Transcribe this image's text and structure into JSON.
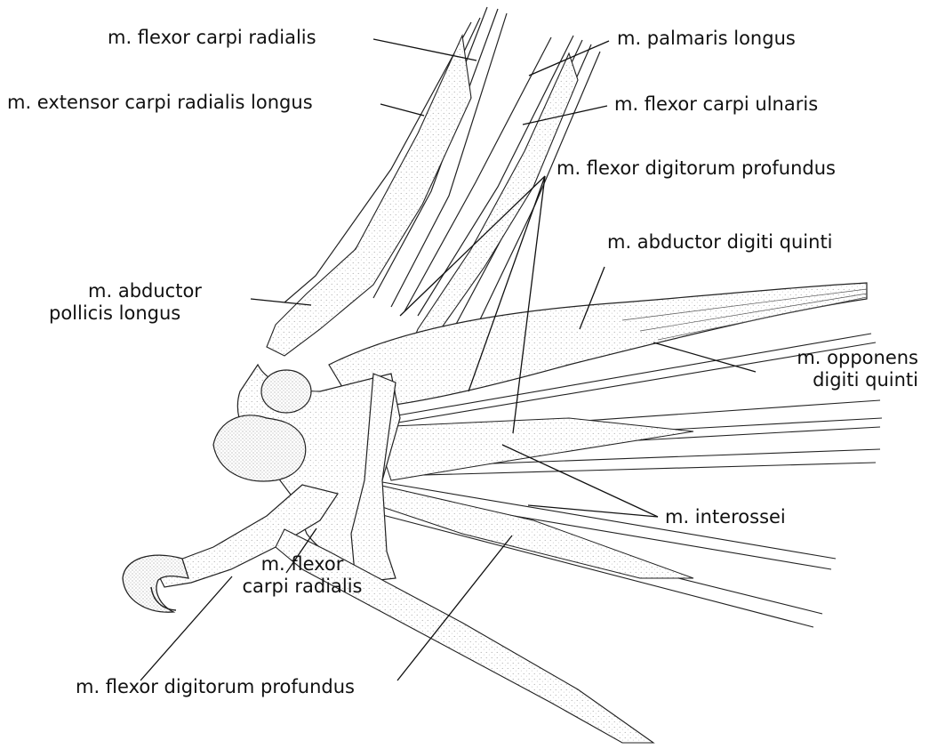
{
  "labels": {
    "flexor_carpi_radialis_top": "m. flexor carpi radialis",
    "extensor_carpi_radialis_longus": "m. extensor carpi radialis longus",
    "abductor_pollicis_longus_1": "m. abductor",
    "abductor_pollicis_longus_2": "pollicis longus",
    "palmaris_longus": "m. palmaris longus",
    "flexor_carpi_ulnaris": "m. flexor carpi ulnaris",
    "flexor_digitorum_profundus_top": "m. flexor digitorum profundus",
    "abductor_digiti_quinti": "m. abductor digiti quinti",
    "opponens_digiti_quinti_1": "m. opponens",
    "opponens_digiti_quinti_2": "digiti quinti",
    "interossei": "m. interossei",
    "flexor_carpi_radialis_bottom_1": "m. flexor",
    "flexor_carpi_radialis_bottom_2": "carpi radialis",
    "flexor_digitorum_profundus_bottom": "m. flexor digitorum profundus"
  },
  "colors": {
    "ink": "#111111",
    "stipple": "#8a8a8a",
    "background": "#ffffff"
  }
}
